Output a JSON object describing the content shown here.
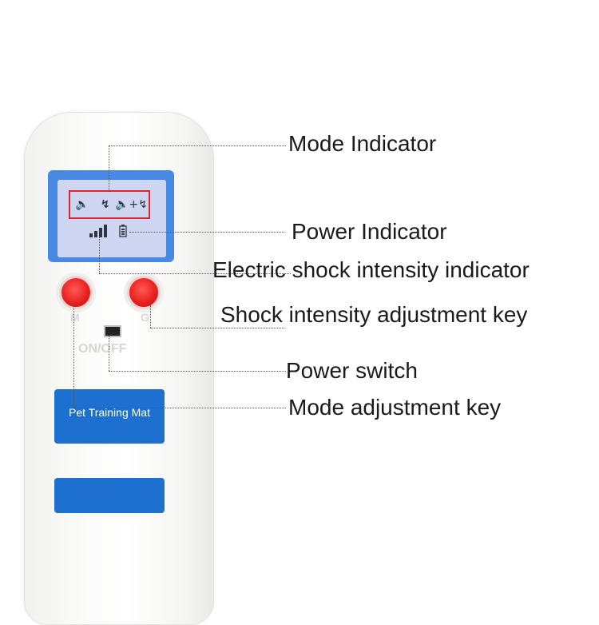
{
  "device": {
    "onoff_label": "ON/OFF",
    "key_m_label": "M",
    "key_g_label": "G",
    "tag_label": "Pet Training Mat",
    "lcd": {
      "icons_row1": [
        "speaker-icon",
        "lightning-icon",
        "speaker-plus-lightning-icon"
      ],
      "icons_row2": [
        "signal-bars-icon",
        "battery-icon"
      ]
    },
    "colors": {
      "screen": "#4a88e6",
      "lcd": "#cfd6f1",
      "highlight": "#e2232b",
      "button": "#e8231f",
      "tag": "#1d6fd0"
    }
  },
  "labels": {
    "mode_indicator": "Mode Indicator",
    "power_indicator": "Power Indicator",
    "shock_intensity_indicator": "Electric shock intensity indicator",
    "shock_adjust_key": "Shock intensity adjustment key",
    "power_switch": "Power switch",
    "mode_adjust_key": "Mode adjustment key"
  }
}
